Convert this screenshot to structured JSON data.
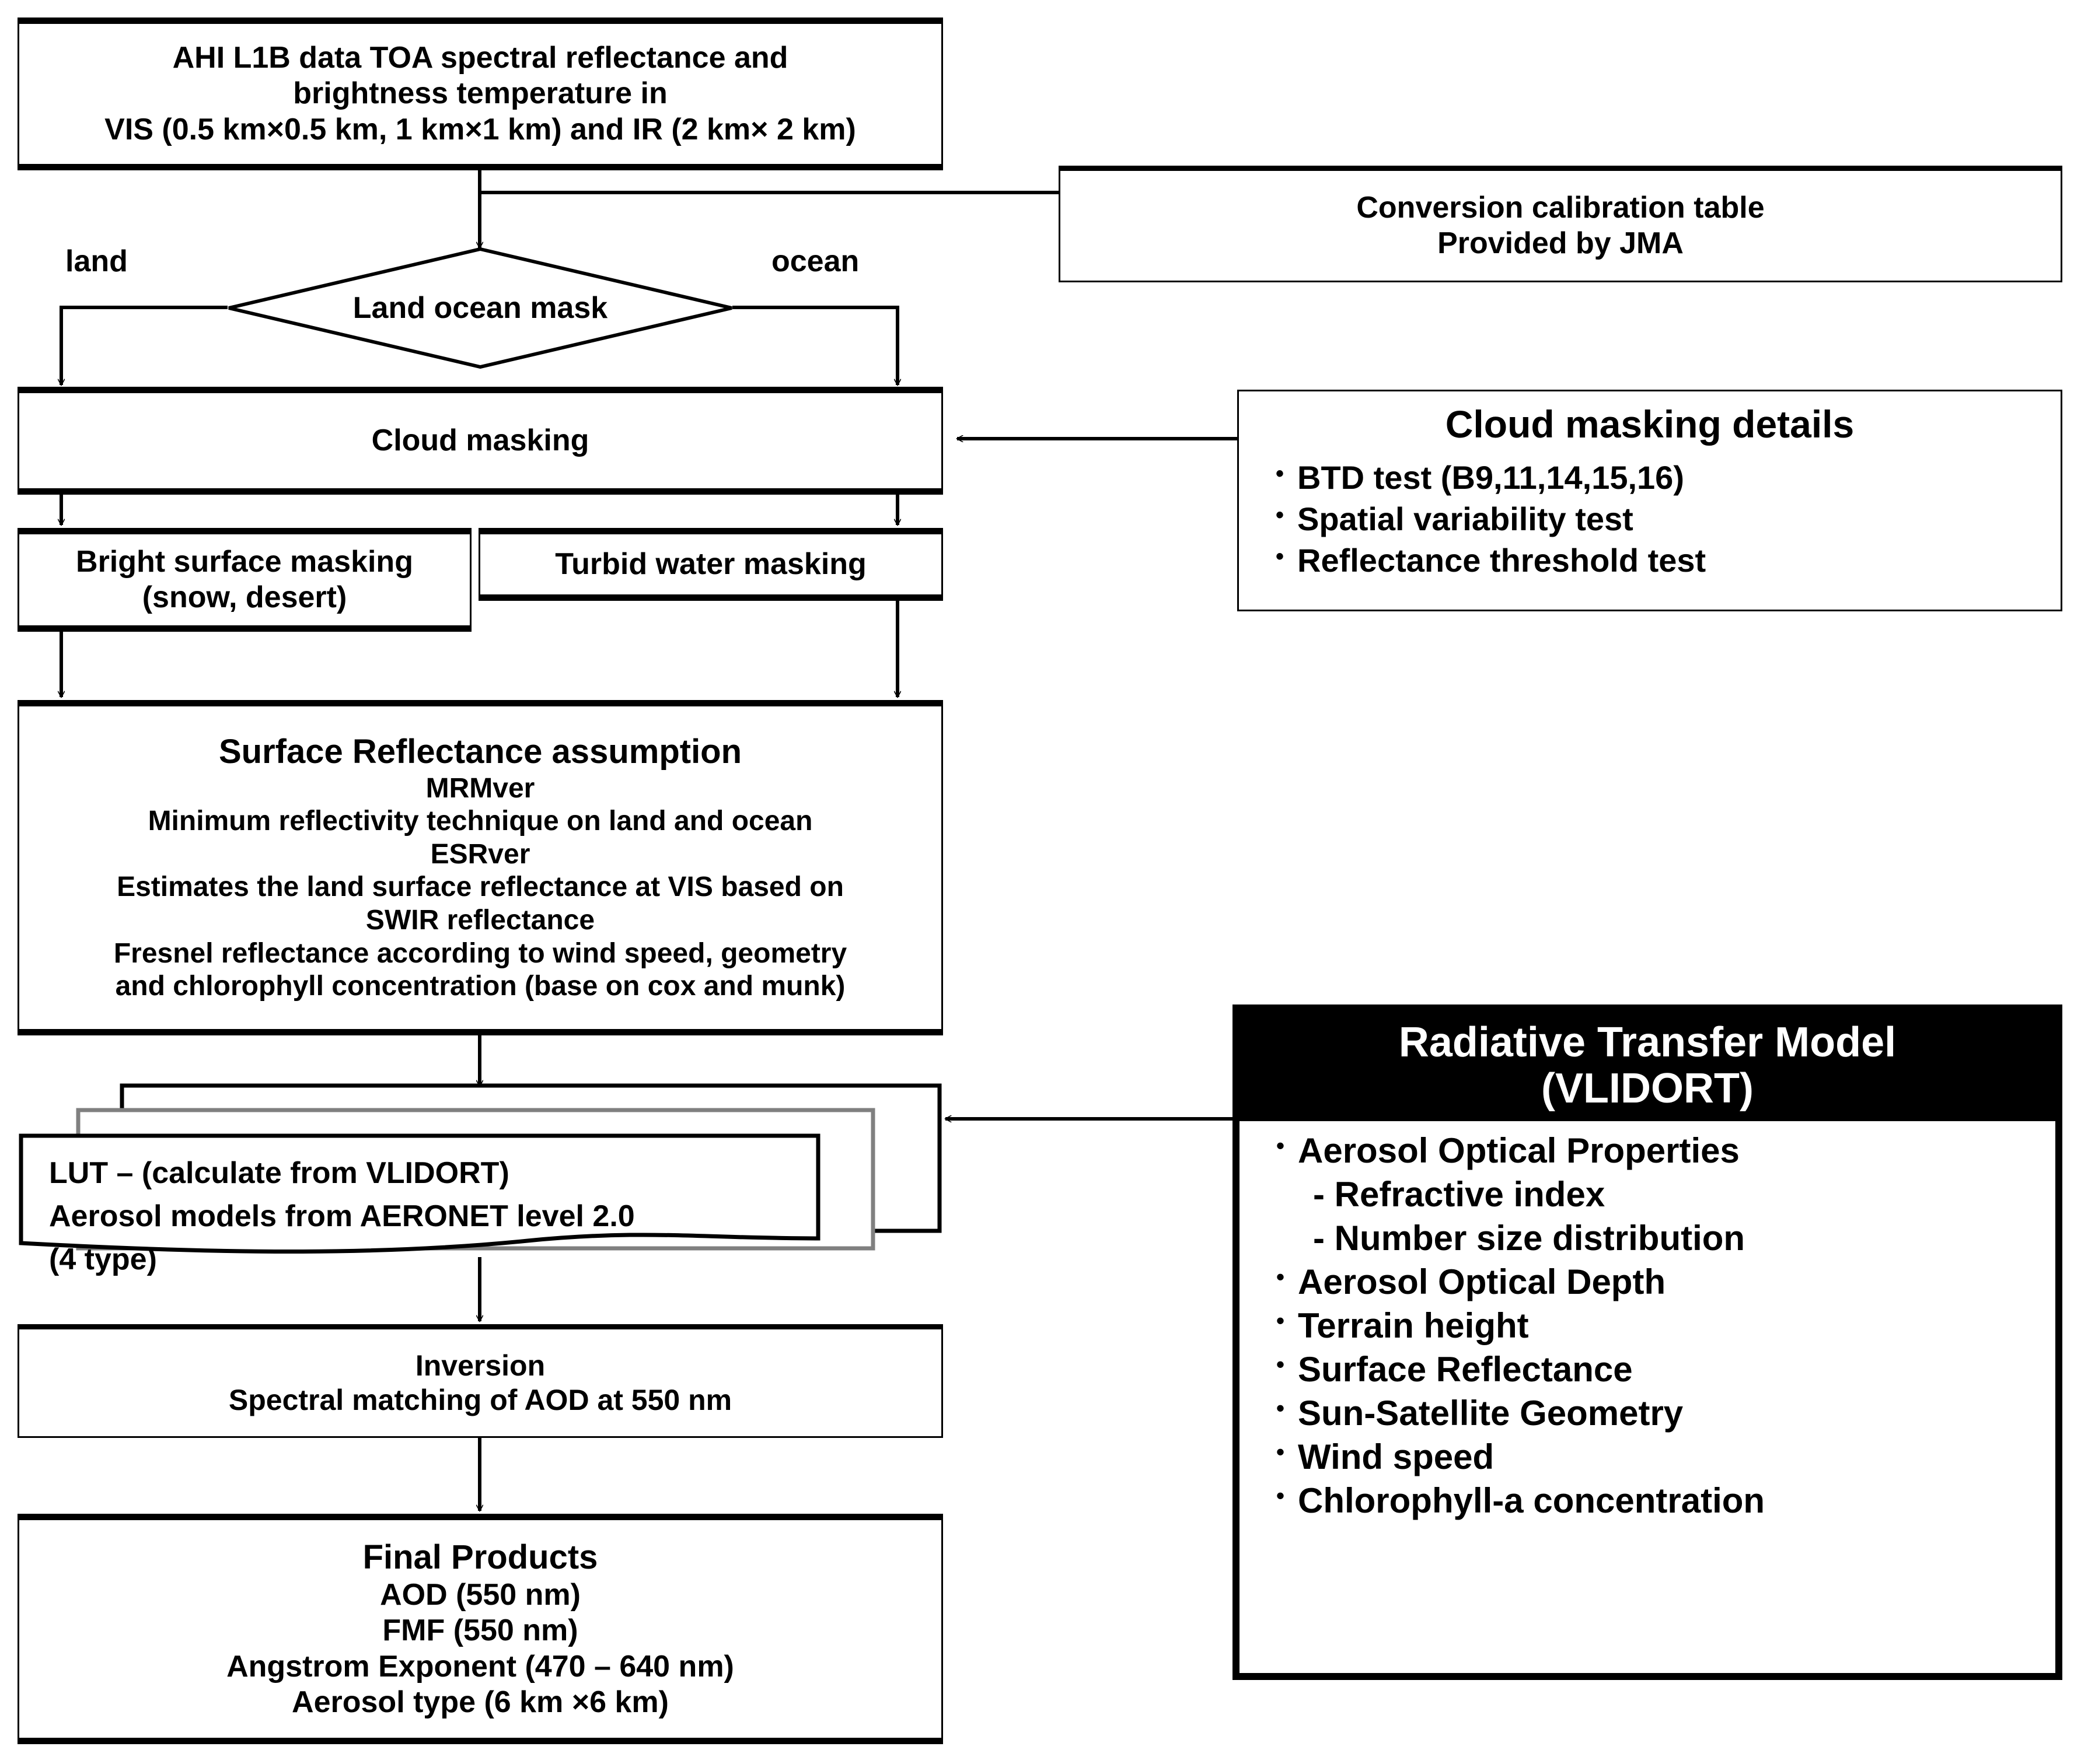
{
  "diagram": {
    "title": "AHI aerosol retrieval algorithm flowchart",
    "colors": {
      "line": "#000000",
      "box_fill": "#ffffff",
      "rtm_header_bg": "#000000",
      "rtm_header_fg": "#ffffff",
      "stack_shadow": "#808080"
    }
  },
  "nodes": {
    "ahi_input": {
      "lines": [
        "AHI L1B data TOA spectral reflectance and",
        "brightness temperature in",
        "VIS (0.5 km×0.5 km, 1 km×1 km) and IR (2 km× 2 km)"
      ]
    },
    "calibration": {
      "lines": [
        "Conversion calibration table",
        "Provided by JMA"
      ]
    },
    "land_ocean_mask": {
      "label": "Land ocean mask"
    },
    "branch_left_label": "land",
    "branch_right_label": "ocean",
    "cloud_masking": {
      "label": "Cloud masking"
    },
    "cloud_details": {
      "header": "Cloud masking details",
      "items": [
        "BTD test (B9,11,14,15,16)",
        "Spatial variability test",
        "Reflectance threshold test"
      ]
    },
    "bright_surface": {
      "lines": [
        "Bright surface masking",
        "(snow, desert)"
      ]
    },
    "turbid_water": {
      "label": "Turbid water masking"
    },
    "surface_reflectance": {
      "lines": [
        "Surface Reflectance assumption",
        "MRMver",
        "Minimum reflectivity technique on land and ocean",
        "ESRver",
        "Estimates the land surface reflectance at VIS based on",
        "SWIR reflectance",
        "Fresnel reflectance according to wind speed, geometry",
        "and chlorophyll concentration (base on cox and munk)"
      ]
    },
    "lut": {
      "lines": [
        "LUT – (calculate from VLIDORT)",
        "Aerosol models from AERONET  level 2.0",
        "(4 type)"
      ]
    },
    "inversion": {
      "lines": [
        "Inversion",
        "Spectral matching of AOD at 550 nm"
      ]
    },
    "final_products": {
      "lines": [
        "Final Products",
        "AOD (550 nm)",
        "FMF (550 nm)",
        "Angstrom Exponent (470 – 640 nm)",
        "Aerosol type (6 km ×6 km)"
      ]
    },
    "rtm": {
      "header_lines": [
        "Radiative Transfer Model",
        "(VLIDORT)"
      ],
      "items": [
        {
          "text": "Aerosol Optical Properties",
          "sub": false
        },
        {
          "text": "- Refractive index",
          "sub": true
        },
        {
          "text": "- Number size distribution",
          "sub": true
        },
        {
          "text": "Aerosol Optical Depth",
          "sub": false
        },
        {
          "text": "Terrain height",
          "sub": false
        },
        {
          "text": "Surface Reflectance",
          "sub": false
        },
        {
          "text": "Sun-Satellite Geometry",
          "sub": false
        },
        {
          "text": "Wind speed",
          "sub": false
        },
        {
          "text": "Chlorophyll-a concentration",
          "sub": false
        }
      ]
    }
  }
}
